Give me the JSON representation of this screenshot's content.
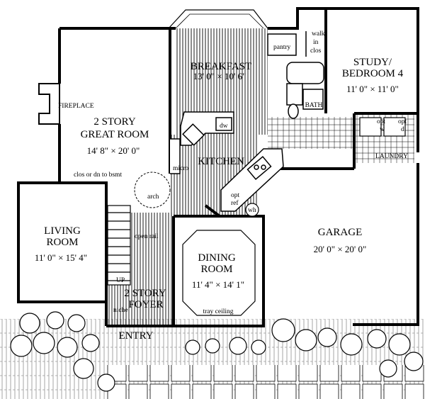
{
  "rooms": {
    "breakfast": {
      "name": "BREAKFAST",
      "dims": "13' 0\" × 10' 6\""
    },
    "study": {
      "name_line1": "STUDY/",
      "name_line2": "BEDROOM 4",
      "dims": "11' 0\" × 11' 0\""
    },
    "great_room": {
      "name_line1": "2 STORY",
      "name_line2": "GREAT ROOM",
      "dims": "14' 8\" × 20' 0\""
    },
    "kitchen": {
      "name": "KITCHEN"
    },
    "living_room": {
      "name_line1": "LIVING",
      "name_line2": "ROOM",
      "dims": "11' 0\" × 15' 4\""
    },
    "dining_room": {
      "name_line1": "DINING",
      "name_line2": "ROOM",
      "dims": "11' 4\" × 14' 1\"",
      "note": "tray ceiling"
    },
    "garage": {
      "name": "GARAGE",
      "dims": "20' 0\" × 20' 0\""
    },
    "foyer": {
      "name_line1": "2 STORY",
      "name_line2": "FOYER"
    },
    "entry": {
      "name": "ENTRY"
    },
    "bath": {
      "name": "BATH"
    },
    "laundry": {
      "name": "LAUNDRY"
    }
  },
  "labels": {
    "fireplace": "FIREPLACE",
    "pantry": "pantry",
    "walk_in_1": "walk",
    "walk_in_2": "in",
    "walk_in_3": "clos",
    "dw": "dw",
    "micro": "micro",
    "opt_ref_1": "opt",
    "opt_ref_2": "ref",
    "wh": "wh",
    "clos_bsmt": "clos or dn to bsmt",
    "arch": "arch",
    "open_rail": "open rail",
    "up": "UP",
    "niche": "niche",
    "opt_w_1": "opt",
    "opt_w_2": "w",
    "opt_d_1": "opt",
    "opt_d_2": "d"
  }
}
